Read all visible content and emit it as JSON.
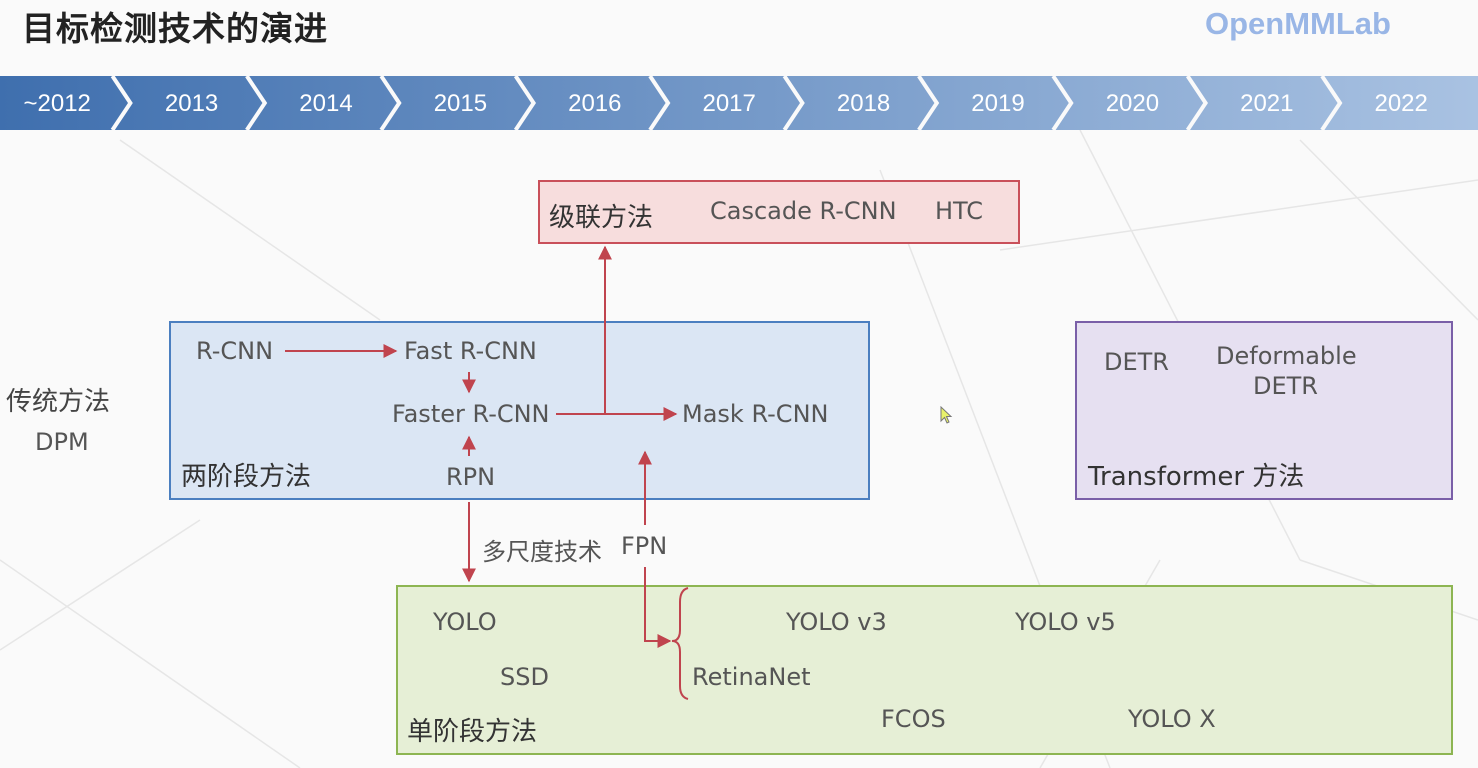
{
  "title": "目标检测技术的演进",
  "watermark": "OpenMMLab",
  "timeline": {
    "years": [
      "~2012",
      "2013",
      "2014",
      "2015",
      "2016",
      "2017",
      "2018",
      "2019",
      "2020",
      "2021",
      "2022"
    ]
  },
  "traditional": {
    "heading": "传统方法",
    "item": "DPM"
  },
  "cascade": {
    "heading": "级联方法",
    "items": [
      "Cascade R-CNN",
      "HTC"
    ]
  },
  "two_stage": {
    "heading": "两阶段方法",
    "items": {
      "rcnn": "R-CNN",
      "fast_rcnn": "Fast R-CNN",
      "faster_rcnn": "Faster R-CNN",
      "mask_rcnn": "Mask R-CNN",
      "rpn": "RPN"
    }
  },
  "transformer": {
    "heading": "Transformer 方法",
    "items": {
      "detr": "DETR",
      "deformable_line1": "Deformable",
      "deformable_line2": "DETR"
    }
  },
  "multiscale": {
    "label": "多尺度技术",
    "fpn": "FPN"
  },
  "one_stage": {
    "heading": "单阶段方法",
    "items": {
      "yolo": "YOLO",
      "ssd": "SSD",
      "yolov3": "YOLO v3",
      "yolov5": "YOLO v5",
      "retinanet": "RetinaNet",
      "fcos": "FCOS",
      "yolox": "YOLO X"
    }
  },
  "colors": {
    "timeline_dark": "#3f6fae",
    "timeline_light": "#a9c2e2",
    "arrow": "#c0444e",
    "cascade_border": "#c9505a",
    "two_stage_border": "#4b7fc0",
    "transformer_border": "#7a5fa8",
    "one_stage_border": "#8db552"
  }
}
